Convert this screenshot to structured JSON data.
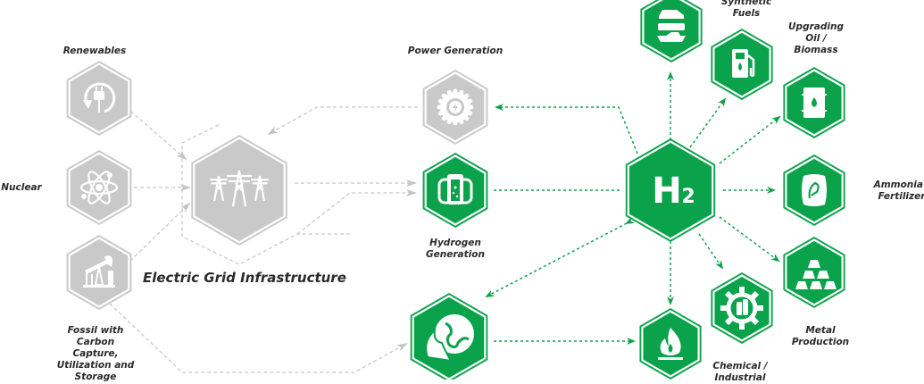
{
  "colors": {
    "green": "#0ba24c",
    "gray": "#c9c9c9",
    "gray_line": "#c4c4c4",
    "text": "#2a2a2a"
  },
  "labels": {
    "renewables": "Renewables",
    "nuclear": "Nuclear",
    "fossil": [
      "Fossil with",
      "Carbon",
      "Capture,",
      "Utilization and",
      "Storage"
    ],
    "grid": "Electric Grid Infrastructure",
    "power_generation": "Power Generation",
    "hydrogen_generation": [
      "Hydrogen",
      "Generation"
    ],
    "synthetic_fuels": [
      "Synthetic",
      "Fuels"
    ],
    "upgrading_oil": [
      "Upgrading",
      "Oil /",
      "Biomass"
    ],
    "ammonia": [
      "Ammonia /",
      "Fertilizer"
    ],
    "metal": [
      "Metal",
      "Production"
    ],
    "chemical": [
      "Chemical /",
      "Industrial"
    ],
    "h2_symbol": "H",
    "h2_subscript": "2"
  },
  "nodes": [
    {
      "id": "renewables",
      "icon": "plug-cycle-icon",
      "style": "gray"
    },
    {
      "id": "nuclear",
      "icon": "atom-icon",
      "style": "gray"
    },
    {
      "id": "fossil",
      "icon": "oil-pumpjack-icon",
      "style": "gray"
    },
    {
      "id": "grid",
      "icon": "transmission-towers-icon",
      "style": "gray"
    },
    {
      "id": "power-generation",
      "icon": "turbine-icon",
      "style": "gray"
    },
    {
      "id": "hydrogen-generation",
      "icon": "electrolyzer-icon",
      "style": "green"
    },
    {
      "id": "storage-globe",
      "icon": "globe-flame-icon",
      "style": "green"
    },
    {
      "id": "h2",
      "icon": "h2-icon",
      "style": "green"
    },
    {
      "id": "transportation",
      "icon": "vehicles-icon",
      "style": "green"
    },
    {
      "id": "synthetic-fuels",
      "icon": "fuel-pump-icon",
      "style": "green"
    },
    {
      "id": "upgrading-oil",
      "icon": "oil-barrel-icon",
      "style": "green"
    },
    {
      "id": "ammonia",
      "icon": "fertilizer-bag-icon",
      "style": "green"
    },
    {
      "id": "metal",
      "icon": "gold-bars-icon",
      "style": "green"
    },
    {
      "id": "chemical",
      "icon": "gear-bottle-icon",
      "style": "green"
    },
    {
      "id": "heat",
      "icon": "flame-icon",
      "style": "green"
    }
  ]
}
